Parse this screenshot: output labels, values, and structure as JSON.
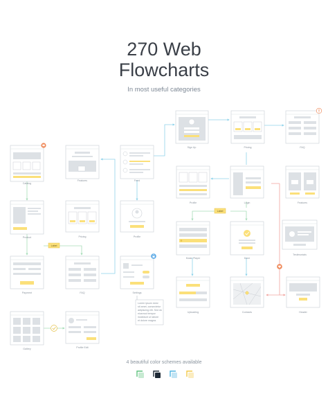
{
  "header": {
    "title_line1": "270 Web",
    "title_line2": "Flowcharts",
    "subtitle": "In most useful categories"
  },
  "footer": {
    "schemes_text": "4 beautiful color schemes available"
  },
  "colors": {
    "frame_stroke": "#c9ced4",
    "placeholder": "#dde1e5",
    "accent_yellow": "#fbe07a",
    "accent_yellow_stroke": "#e6c24a",
    "connector_blue": "#8fd3ea",
    "connector_green": "#a6ddb8",
    "connector_red": "#f1a5a0",
    "badge_orange": "#ef8a5a",
    "badge_blue": "#5aa9e6"
  },
  "screens": {
    "catalog": "Catalog",
    "features_1": "Features",
    "feed": "Feed",
    "sign_up": "Sign Up",
    "pricing_1": "Pricing",
    "faq_1": "FAQ",
    "product": "Product",
    "pricing_2": "Pricing",
    "profile_1": "Profile",
    "profile_2": "Profile",
    "login": "Login",
    "features_2": "Features",
    "payment": "Payment",
    "faq_2": "FAQ",
    "settings": "Settings",
    "music_player": "Music Player",
    "done": "Done",
    "testimonials": "Testimonials",
    "gallery": "Gallery",
    "profile_edit": "Profile Edit",
    "uploading": "Uploading",
    "contacts": "Contacts",
    "header": "Header"
  },
  "tags": {
    "label_1": "Label",
    "label_2": "Label"
  },
  "note": {
    "lines": [
      "Lorem ipsum dolor",
      "sit amet, consectetur",
      "adipiscing elit. Sed do",
      "eiusmod tempor",
      "incididunt ut labore",
      "et dolore magna."
    ]
  },
  "icons": {
    "catalog_badge": "shop-icon",
    "faq_badge": "alert-icon",
    "settings_badge": "lock-icon",
    "gallery_connector": "check-icon",
    "testimonials_connector": "heart-icon"
  },
  "color_schemes": [
    {
      "name": "green",
      "color": "#5ec27e"
    },
    {
      "name": "dark",
      "color": "#1f2a36"
    },
    {
      "name": "blue",
      "color": "#4fb3e0"
    },
    {
      "name": "yellow",
      "color": "#f3c948"
    }
  ]
}
